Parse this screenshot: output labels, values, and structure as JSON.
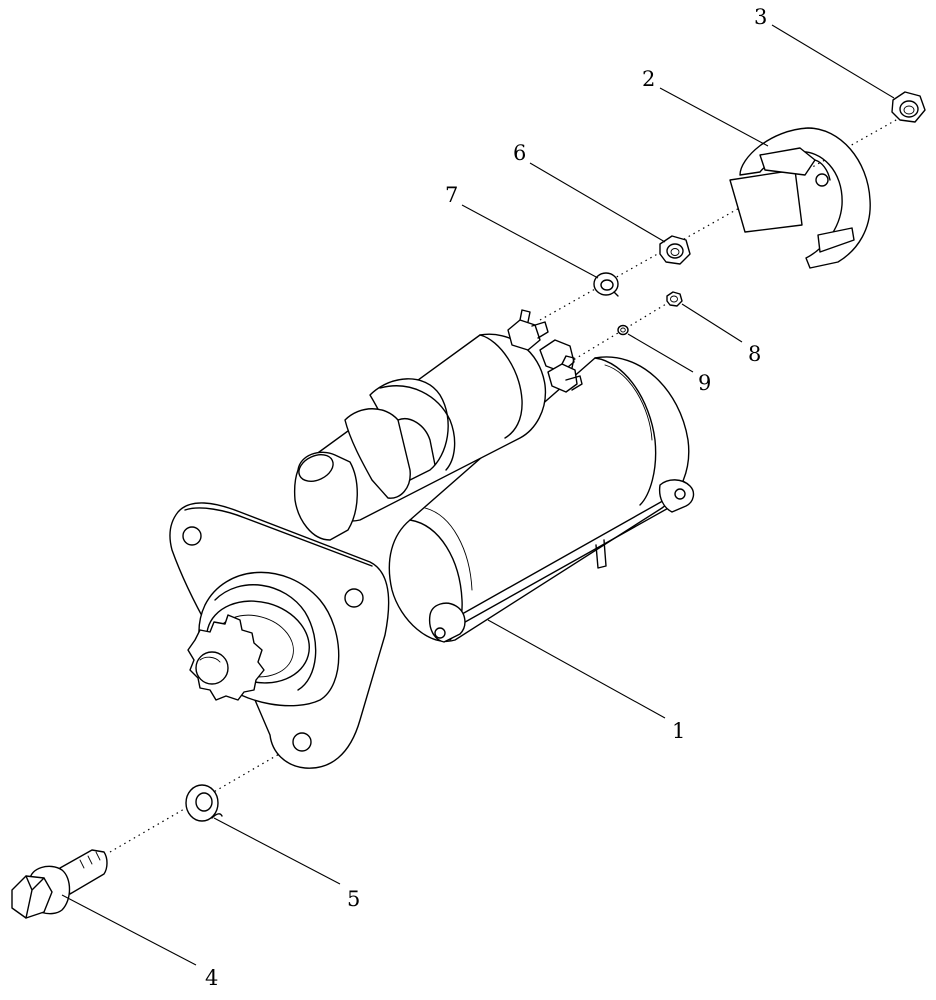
{
  "diagram": {
    "line_color": "#000000",
    "background": "#ffffff"
  },
  "callouts": [
    {
      "number": "1",
      "part": "starter-motor"
    },
    {
      "number": "2",
      "part": "terminal-cover"
    },
    {
      "number": "3",
      "part": "nut"
    },
    {
      "number": "4",
      "part": "flange-bolt"
    },
    {
      "number": "5",
      "part": "washer"
    },
    {
      "number": "6",
      "part": "nut"
    },
    {
      "number": "7",
      "part": "washer"
    },
    {
      "number": "8",
      "part": "nut"
    },
    {
      "number": "9",
      "part": "washer"
    }
  ]
}
